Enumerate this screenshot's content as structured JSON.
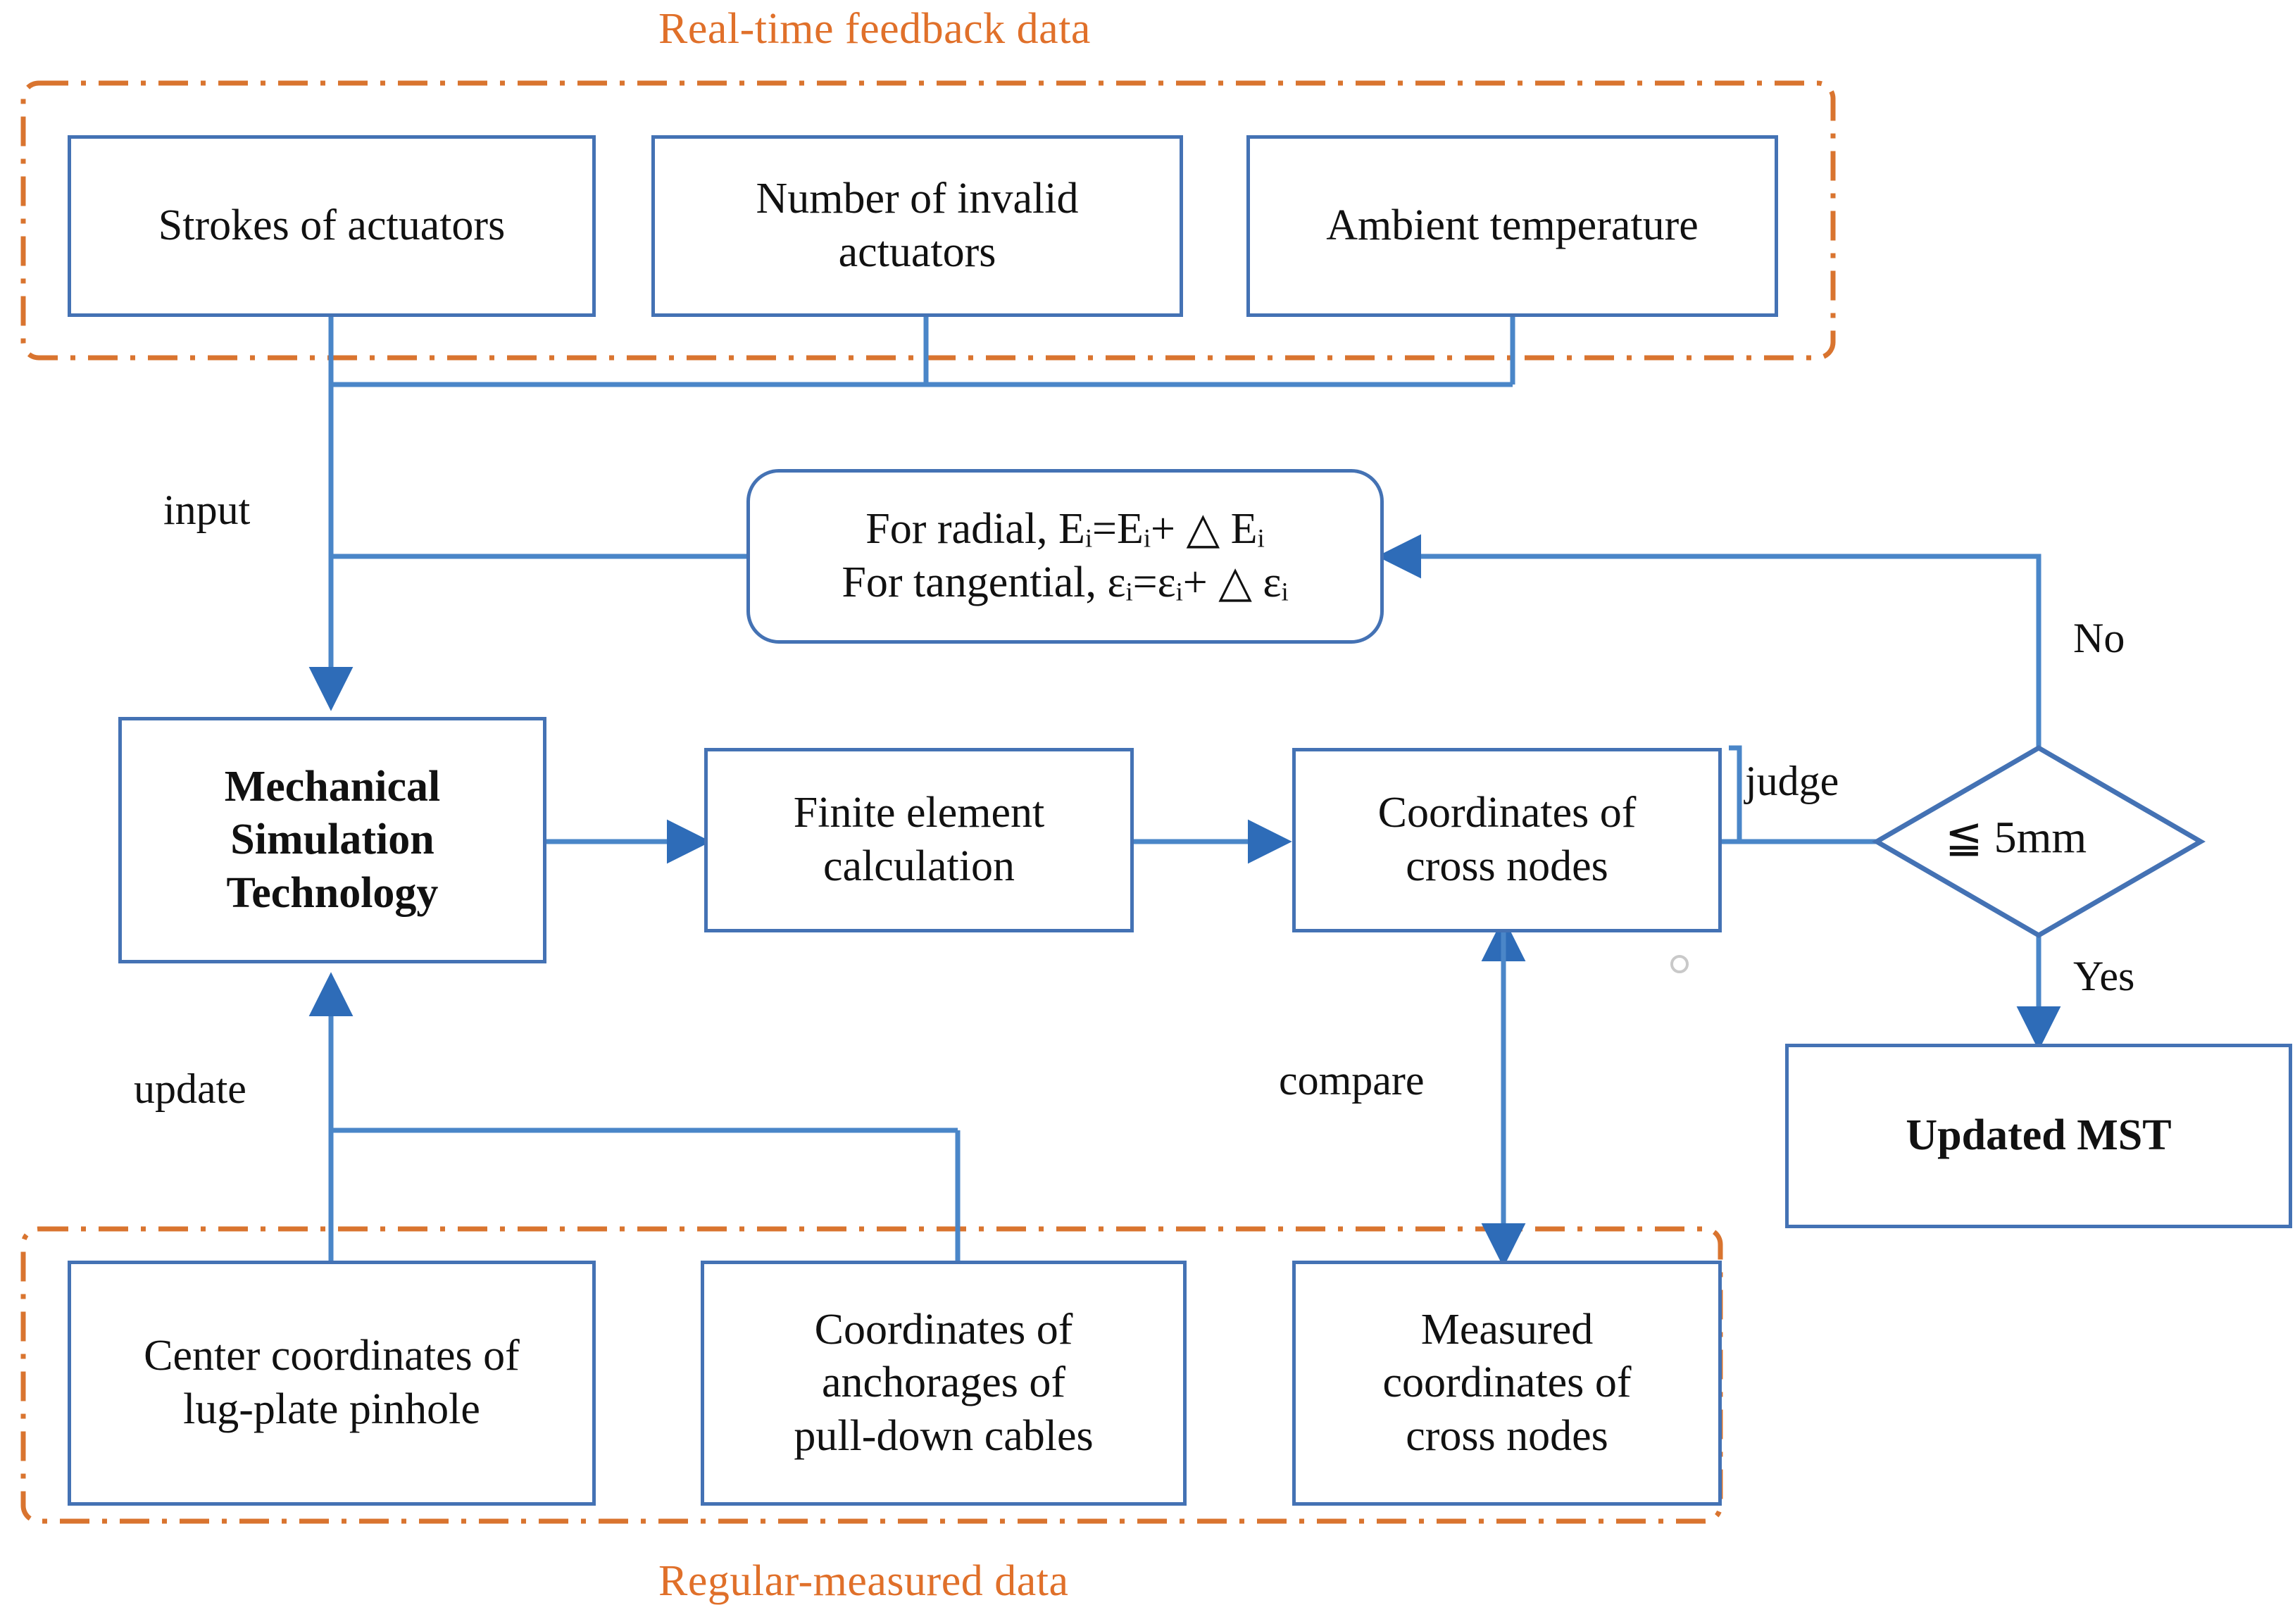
{
  "diagram": {
    "title_top": "Real-time feedback data",
    "title_bottom": "Regular-measured  data",
    "accent_orange": "#E0702A",
    "accent_blue": "#4472B4"
  },
  "groups": [
    {
      "key": "realtime",
      "label": "Real-time feedback data"
    },
    {
      "key": "regular",
      "label": "Regular-measured  data"
    }
  ],
  "nodes": {
    "strokes": "Strokes of actuators",
    "invalid": "Number of invalid\nactuators",
    "ambient": "Ambient temperature",
    "formula_line1_pre": "For radial, E",
    "formula_line1": "For radial, Eᵢ=Eᵢ+ △ Eᵢ",
    "formula_line2": "For tangential, εᵢ=εᵢ+ △ εᵢ",
    "mst": "Mechanical\nSimulation\nTechnology",
    "fem": "Finite element\ncalculation",
    "coords_cross": "Coordinates of\ncross nodes",
    "decision": "≦ 5mm",
    "updated": "Updated MST",
    "center_coords": "Center coordinates of\nlug-plate pinhole",
    "anchorages": "Coordinates of\nanchorages of\npull-down cables",
    "measured": "Measured\ncoordinates of\ncross nodes"
  },
  "edge_labels": {
    "input": "input",
    "update": "update",
    "compare": "compare",
    "judge": "judge",
    "no": "No",
    "yes": "Yes"
  }
}
